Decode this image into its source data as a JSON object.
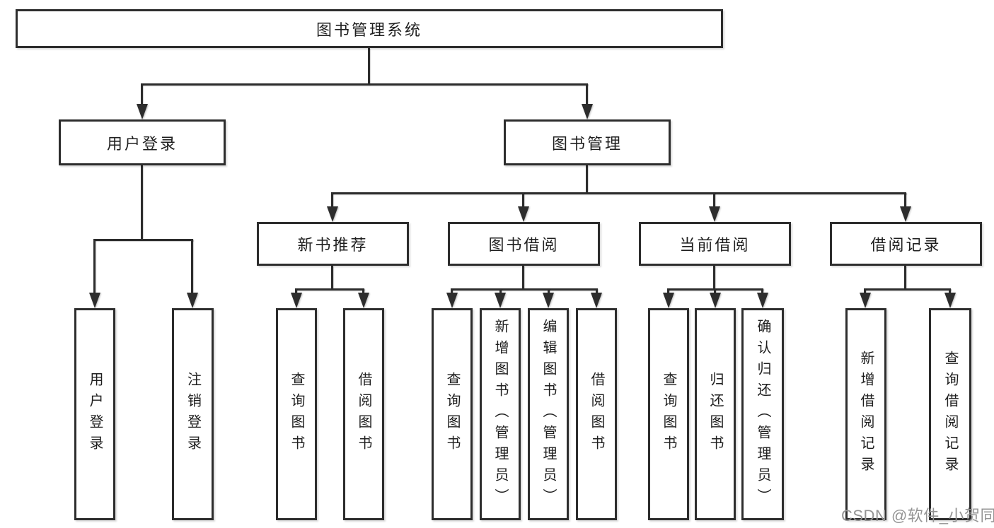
{
  "diagram": {
    "root": {
      "label": "图书管理系统"
    },
    "branches": [
      {
        "label": "用户登录",
        "children": [
          {
            "label": "用户登录"
          },
          {
            "label": "注销登录"
          }
        ]
      },
      {
        "label": "图书管理",
        "children": [
          {
            "label": "新书推荐",
            "children": [
              {
                "label": "查询图书"
              },
              {
                "label": "借阅图书"
              }
            ]
          },
          {
            "label": "图书借阅",
            "children": [
              {
                "label": "查询图书"
              },
              {
                "label": "新增图书（管理员）"
              },
              {
                "label": "编辑图书（管理员）"
              },
              {
                "label": "借阅图书"
              }
            ]
          },
          {
            "label": "当前借阅",
            "children": [
              {
                "label": "查询图书"
              },
              {
                "label": "归还图书"
              },
              {
                "label": "确认归还（管理员）"
              }
            ]
          },
          {
            "label": "借阅记录",
            "children": [
              {
                "label": "新增借阅记录"
              },
              {
                "label": "查询借阅记录"
              }
            ]
          }
        ]
      }
    ]
  },
  "watermark": {
    "text": "CSDN @软件_小贺同学"
  },
  "colors": {
    "line": "#2d2d2d",
    "text": "#1f1f1f",
    "background": "#ffffff",
    "watermark_gray": "#949494"
  }
}
